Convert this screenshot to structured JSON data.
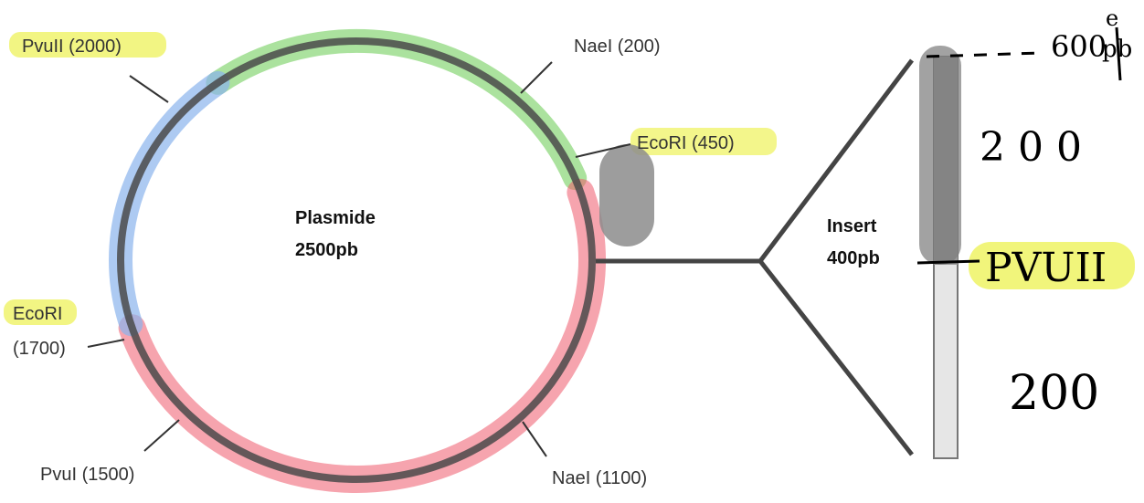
{
  "colors": {
    "background": "#ffffff",
    "backbone": "#4a4a4a",
    "green_highlight": "#7ed36a",
    "red_highlight": "#ee5a6c",
    "blue_highlight": "#8ab4ec",
    "gray_highlight": "#8c8c8c",
    "yellow_highlight": "#eef25a",
    "insert_dark": "#8a8a8a",
    "insert_light": "#e6e6e6"
  },
  "plasmid": {
    "title": "Plasmide",
    "size": "2500pb"
  },
  "sites": {
    "pvuii_2000": "PvuII (2000)",
    "nael_200": "NaeI (200)",
    "ecori_450": "EcoRI (450)",
    "ecori_1700_name": "EcoRI",
    "ecori_1700_pos": "(1700)",
    "pvui_1500": "PvuI (1500)",
    "nael_1100": "NaeI (1100)"
  },
  "insert": {
    "title": "Insert",
    "size": "400pb"
  },
  "handwriting": {
    "top_value": "600",
    "top_superscript": "e",
    "top_subscript": "pb",
    "upper_segment": "2 0 0",
    "site_label": "PVUII",
    "lower_segment": "200"
  }
}
